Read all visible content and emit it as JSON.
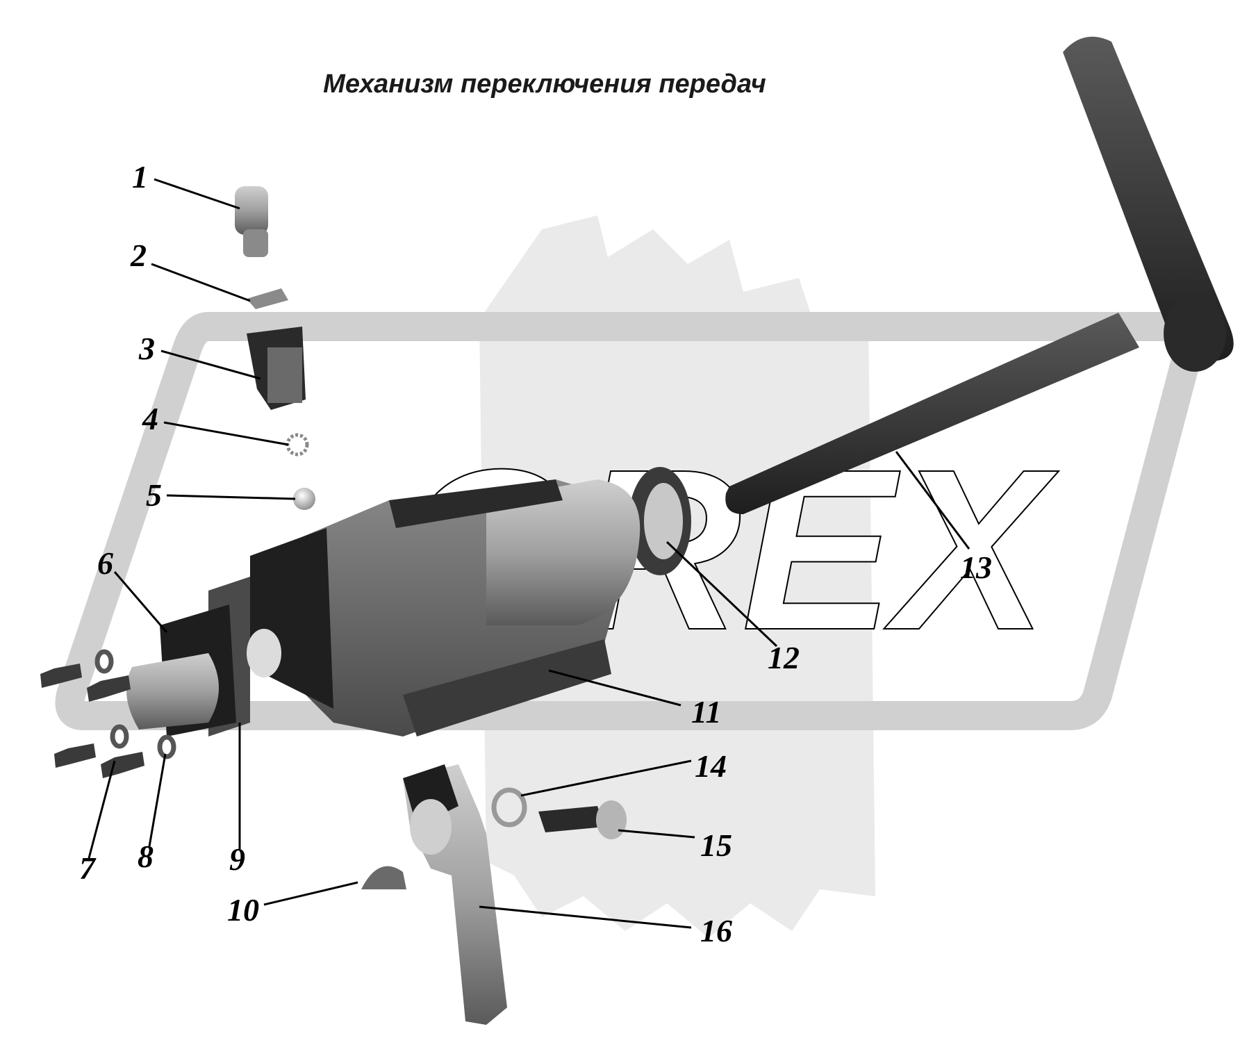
{
  "title": "Механизм переключения передач",
  "watermark": {
    "text": "OREX",
    "color": "#d4d4d4"
  },
  "callouts": [
    "1",
    "2",
    "3",
    "4",
    "5",
    "6",
    "7",
    "8",
    "9",
    "10",
    "11",
    "12",
    "13",
    "14",
    "15",
    "16"
  ],
  "colors": {
    "part_dark": "#2a2a2a",
    "part_mid": "#777777",
    "part_light": "#b5b5b5",
    "leader": "#000000"
  }
}
